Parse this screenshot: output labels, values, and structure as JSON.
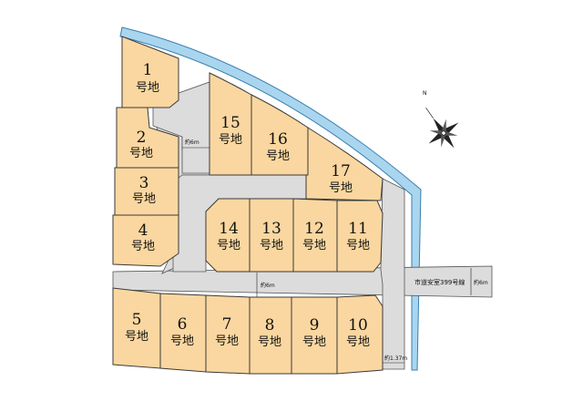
{
  "lot_suffix": "号地",
  "lots": [
    {
      "id": "1"
    },
    {
      "id": "2"
    },
    {
      "id": "3"
    },
    {
      "id": "4"
    },
    {
      "id": "5"
    },
    {
      "id": "6"
    },
    {
      "id": "7"
    },
    {
      "id": "8"
    },
    {
      "id": "9"
    },
    {
      "id": "10"
    },
    {
      "id": "11"
    },
    {
      "id": "12"
    },
    {
      "id": "13"
    },
    {
      "id": "14"
    },
    {
      "id": "15"
    },
    {
      "id": "16"
    },
    {
      "id": "17"
    }
  ],
  "road": {
    "name": "市道安室399号線",
    "width_main": "約6m",
    "width_internal": "約6m",
    "width_cul_de_sac": "約6m",
    "width_strip": "約1.37m"
  },
  "compass": {
    "north_label": "N"
  },
  "colors": {
    "lot": "#fad7a0",
    "road": "#dcdcdc",
    "water": "#a9d6ee",
    "outline": "#3a3a3a"
  }
}
